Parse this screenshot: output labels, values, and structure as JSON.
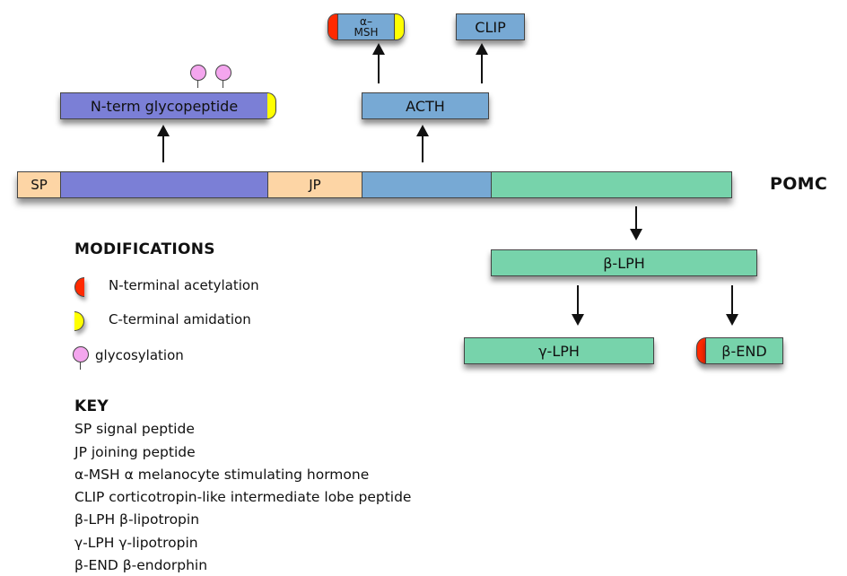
{
  "colors": {
    "sp_jp": "#fdd5a5",
    "nterm": "#7b7fd6",
    "acth": "#77a9d4",
    "lph": "#77d3ab",
    "acetylation": "#ff2a00",
    "amidation": "#ffff00",
    "glycosylation": "#f4a6ee"
  },
  "pomc": {
    "label": "POMC",
    "segments": [
      {
        "id": "sp",
        "label": "SP"
      },
      {
        "id": "nterm",
        "label": ""
      },
      {
        "id": "jp",
        "label": "JP"
      },
      {
        "id": "acth",
        "label": ""
      },
      {
        "id": "lph",
        "label": ""
      }
    ]
  },
  "products": {
    "nterm": "N-term glycopeptide",
    "acth": "ACTH",
    "amsh_line1": "α–",
    "amsh_line2": "MSH",
    "clip": "CLIP",
    "blph": "β-LPH",
    "glph": "γ-LPH",
    "bend": "β-END"
  },
  "modifications": {
    "title": "MODIFICATIONS",
    "items": [
      {
        "icon": "n-terminal-acetylation",
        "label": "N-terminal acetylation"
      },
      {
        "icon": "c-terminal-amidation",
        "label": "C-terminal amidation"
      },
      {
        "icon": "glycosylation",
        "label": "glycosylation"
      }
    ]
  },
  "key": {
    "title": "KEY",
    "items": [
      "SP signal peptide",
      "JP joining peptide",
      "α-MSH α melanocyte stimulating hormone",
      "CLIP corticotropin-like intermediate lobe peptide",
      "β-LPH β-lipotropin",
      "γ-LPH γ-lipotropin",
      "β-END β-endorphin"
    ]
  }
}
